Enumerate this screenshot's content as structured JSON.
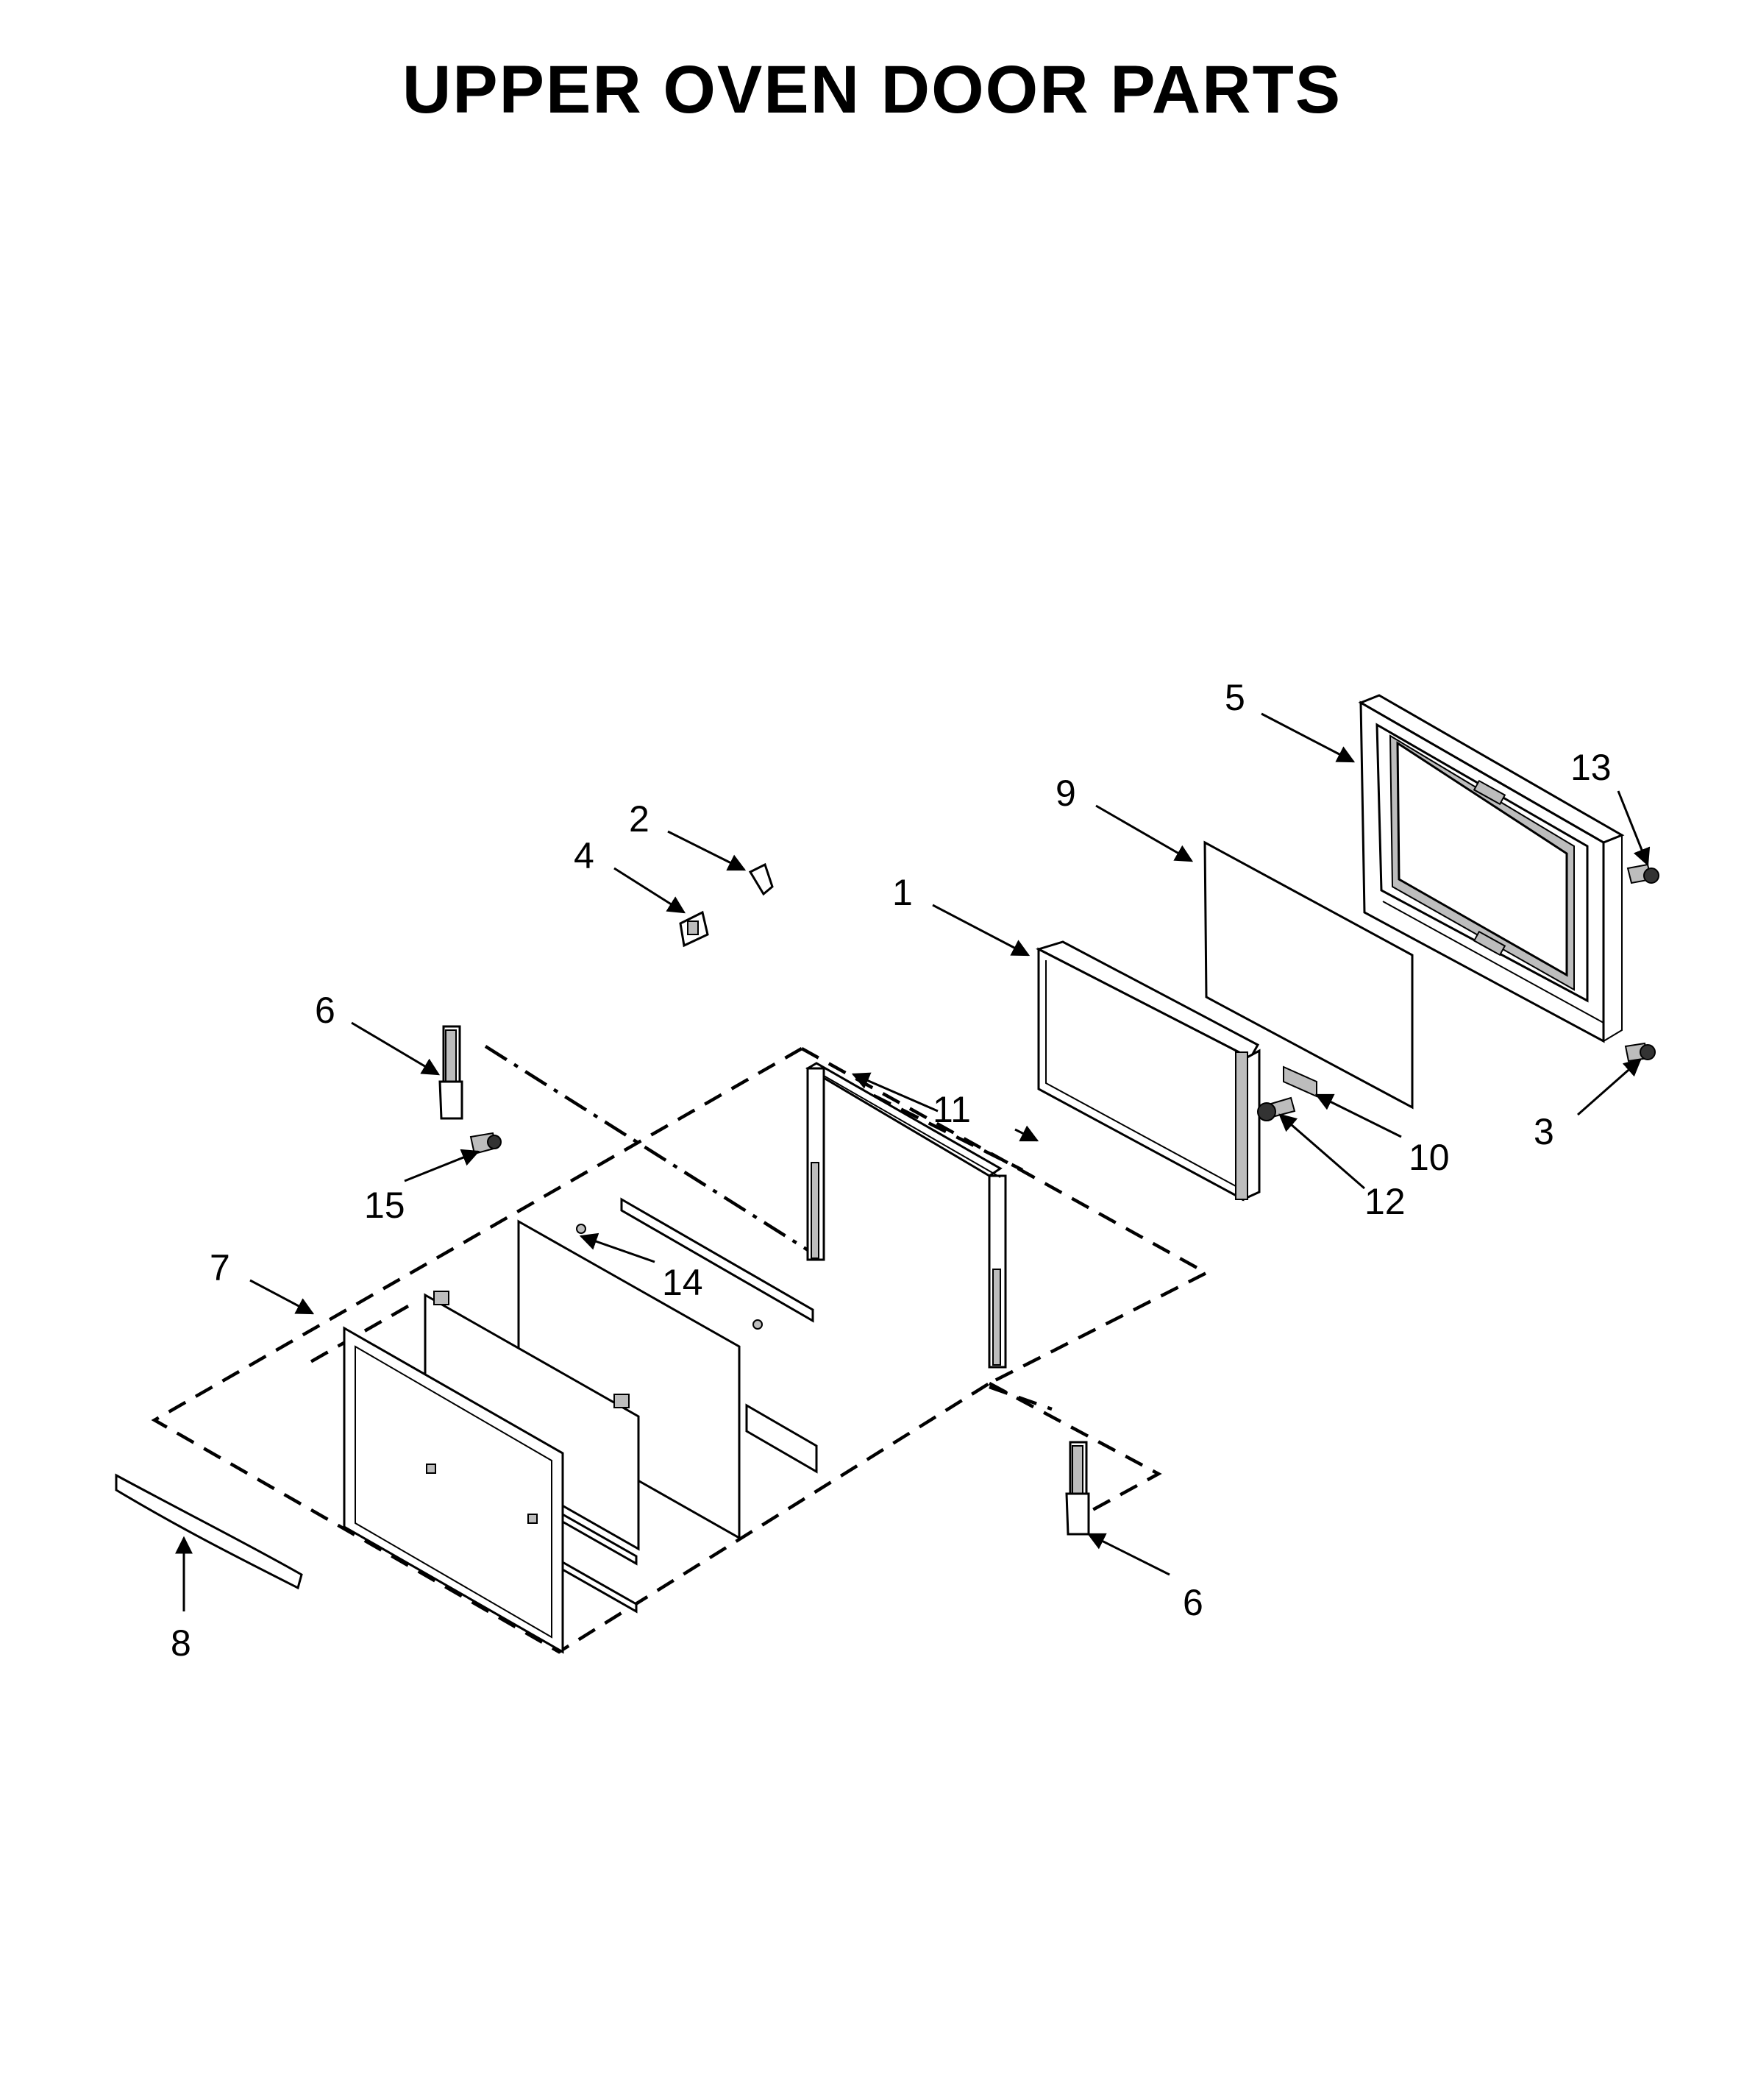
{
  "title": "UPPER OVEN DOOR PARTS",
  "callouts": [
    {
      "id": "c5",
      "label": "5"
    },
    {
      "id": "c13",
      "label": "13"
    },
    {
      "id": "c9",
      "label": "9"
    },
    {
      "id": "c2",
      "label": "2"
    },
    {
      "id": "c4",
      "label": "4"
    },
    {
      "id": "c1",
      "label": "1"
    },
    {
      "id": "c6a",
      "label": "6"
    },
    {
      "id": "c11",
      "label": "11"
    },
    {
      "id": "c10",
      "label": "10"
    },
    {
      "id": "c3",
      "label": "3"
    },
    {
      "id": "c15",
      "label": "15"
    },
    {
      "id": "c12",
      "label": "12"
    },
    {
      "id": "c7",
      "label": "7"
    },
    {
      "id": "c14",
      "label": "14"
    },
    {
      "id": "c6b",
      "label": "6"
    },
    {
      "id": "c8",
      "label": "8"
    }
  ]
}
